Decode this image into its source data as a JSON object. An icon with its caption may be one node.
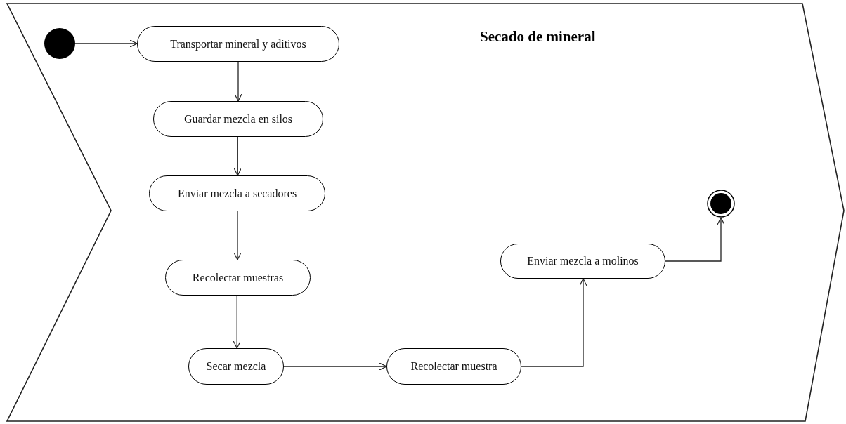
{
  "diagram": {
    "nodes": [
      {
        "text": [
          "Secado de mineral"
        ]
      },
      {
        "text": [],
        "shape": "circle",
        "in": 0
      },
      {
        "text": [
          "Transportar mineral y aditivos"
        ],
        "in": 0
      },
      {
        "text": [
          "Guardar mezcla en silos"
        ],
        "in": 0
      },
      {
        "text": [
          "Enviar mezcla a secadores"
        ],
        "in": 0
      },
      {
        "text": [
          "Recolectar muestras"
        ],
        "in": 0
      },
      {
        "text": [
          "Secar mezcla"
        ],
        "in": 0
      },
      {
        "text": [
          "Recolectar muestra"
        ],
        "in": 0
      },
      {
        "text": [
          "Enviar mezcla a molinos"
        ],
        "in": 0
      },
      {
        "text": [],
        "shape": "circle",
        "in": 0
      }
    ],
    "edges": [
      {
        "from": 1,
        "to": 2,
        "arrow": "to"
      },
      {
        "from": 2,
        "to": 3,
        "arrow": "to"
      },
      {
        "from": 3,
        "to": 4,
        "arrow": "to"
      },
      {
        "from": 4,
        "to": 5,
        "arrow": "to"
      },
      {
        "from": 5,
        "to": 6,
        "arrow": "to"
      },
      {
        "from": 6,
        "to": 7,
        "arrow": "to"
      },
      {
        "from": 7,
        "to": 8,
        "arrow": "to"
      },
      {
        "from": 8,
        "to": 9,
        "arrow": "to"
      }
    ]
  }
}
